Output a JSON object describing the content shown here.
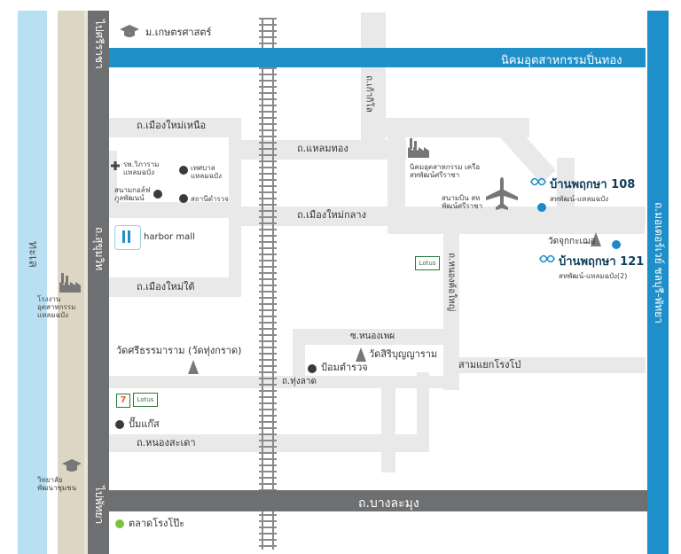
{
  "roads": {
    "nikhom_pinthong": "นิคมอุตสาหกรรมปิ่นทอง",
    "bang_samung": "ถ.บางละมุง",
    "pai_sriracha": "ไปศรีราชา",
    "sukhumvit": "ถ.สุขุมวิท",
    "pai_pattaya": "ไปพัทยา",
    "motorway": "ถ.มอเตอร์เวย์ ชลบุรี-พัทยา",
    "muang_mai_nuea": "ถ.เมืองใหม่เหนือ",
    "laem_thong": "ถ.แหลมทอง",
    "muang_mai_klang": "ถ.เมืองใหม่กลาง",
    "muang_mai_tai": "ถ.เมืองใหม่ใต้",
    "ko_kloi": "ถ.เก้ากิโล",
    "nong_kho_yai": "ถ.หนองค้อใหญ่",
    "soi_nong_phai": "ซ.หนองเพผ",
    "hung_lat": "ถ.ทุ่งลาด",
    "nong_sakae": "ถ.หนองสะเดา",
    "sam_yaek": "สามแยกโรงโป่",
    "sea": "ทะเล"
  },
  "places": {
    "kaset": "ม.เกษตรศาสตร์",
    "hospital": "รพ.วิภาราม แหลมฉบัง",
    "golf": "สนามกอล์ฟ ภูลพัฒนน์",
    "municipal": "เทศบาล แหลมฉบัง",
    "police_station": "สถานีตำรวจ",
    "harbor_mall": "harbor mall",
    "industrial_estate": "นิคมอุตสาหกรรม เครือสหพัฒน์ศรีราชา",
    "airfield": "สนามบิน สหพัฒน์ศรีราชา",
    "wat_chuk": "วัดจุกกะเฌอ",
    "factory": "โรงงาน อุตสาหกรรม แหลมฉบัง",
    "wat_sri": "วัดศรีธรรมาราม (วัดทุ่งกราด)",
    "wat_sri_bun": "วัดสิริบุญญาราม",
    "police_box": "ป้อมตำรวจ",
    "gas": "ปั๊มแก๊ส",
    "college": "วิทยาลัย พัฒนาชุมชน",
    "market": "ตลาดโรงโป๊ะ",
    "lotus": "Lotus",
    "seven": "7"
  },
  "projects": {
    "p108_name": "บ้านพฤกษา 108",
    "p108_sub": "สหพัฒน์-แหลมฉบัง",
    "p121_name": "บ้านพฤกษา 121",
    "p121_sub": "สหพัฒน์-แหลมฉบัง(2)"
  },
  "colors": {
    "sea": "#b8e0f2",
    "beach": "#dcd6c3",
    "main_road": "#6e6f70",
    "blue_road": "#1e8fc8",
    "minor_road": "#e9e9e9",
    "rail": "#8a8a8a"
  }
}
